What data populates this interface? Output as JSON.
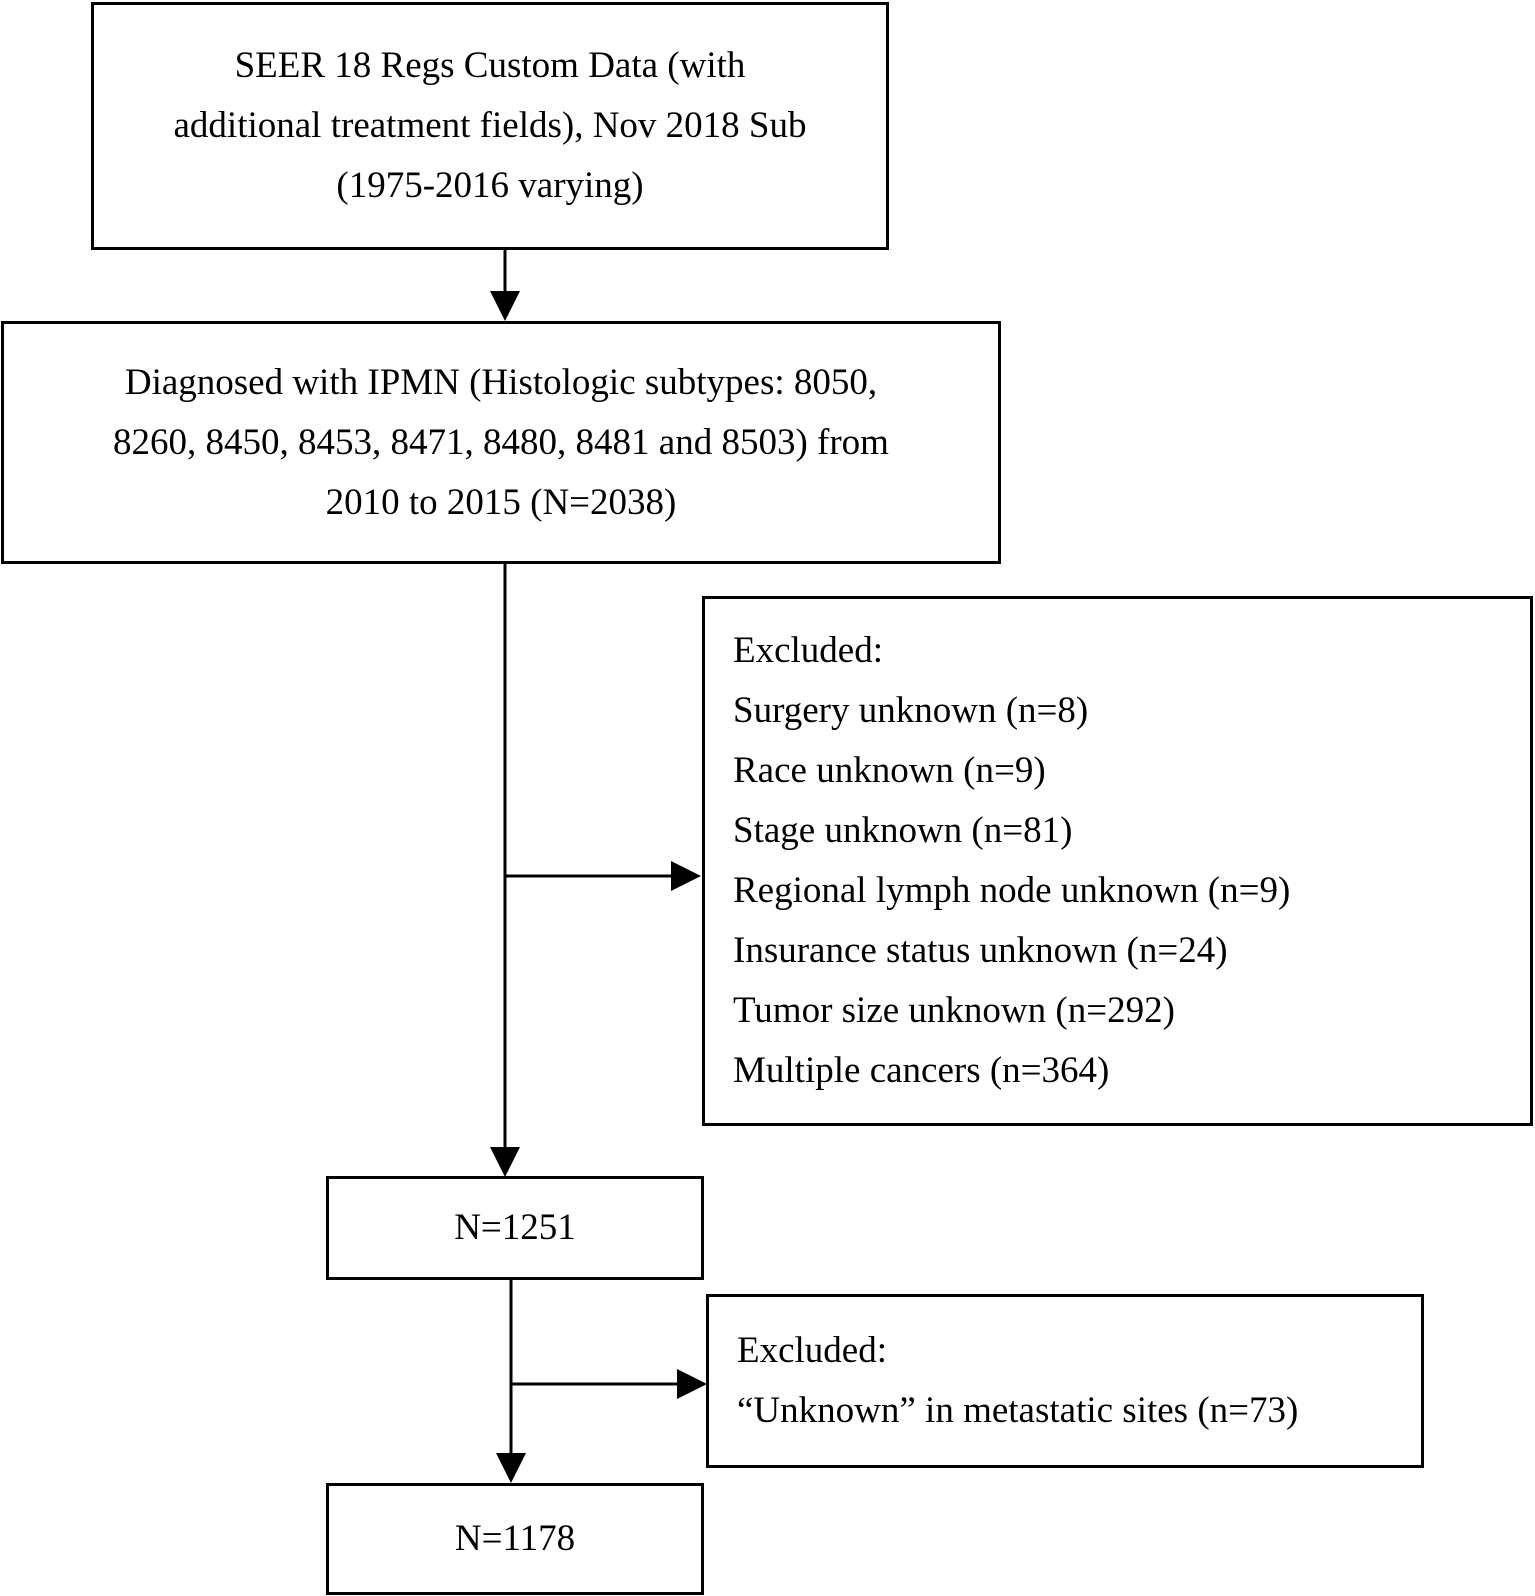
{
  "flowchart": {
    "source_box": {
      "lines": [
        "SEER 18 Regs Custom Data (with",
        "additional treatment fields), Nov 2018 Sub",
        "(1975-2016 varying)"
      ]
    },
    "diagnosed_box": {
      "lines": [
        "Diagnosed with IPMN (Histologic subtypes: 8050,",
        "8260, 8450, 8453, 8471, 8480, 8481 and 8503) from",
        "2010 to 2015 (N=2038)"
      ]
    },
    "excluded_box_1": {
      "heading": "Excluded:",
      "items": [
        "Surgery unknown (n=8)",
        "Race unknown (n=9)",
        "Stage unknown (n=81)",
        "Regional lymph node unknown (n=9)",
        "Insurance status unknown (n=24)",
        "Tumor size unknown (n=292)",
        "Multiple cancers (n=364)"
      ]
    },
    "count_box_1": {
      "label": "N=1251"
    },
    "excluded_box_2": {
      "heading": "Excluded:",
      "items": [
        "“Unknown” in metastatic sites (n=73)"
      ]
    },
    "count_box_2": {
      "label": "N=1178"
    }
  }
}
